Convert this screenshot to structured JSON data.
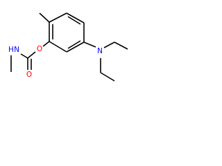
{
  "molecule": {
    "atoms": {
      "ester_oxygen": "O",
      "carbonyl_oxygen": "O",
      "amide_nitrogen": "N",
      "amide_hydrogen": "H",
      "amine_nitrogen": "N"
    },
    "colors": {
      "bond": "#000000",
      "oxygen": "#ff0000",
      "nitrogen": "#0000ff",
      "background": "#ffffff"
    }
  }
}
